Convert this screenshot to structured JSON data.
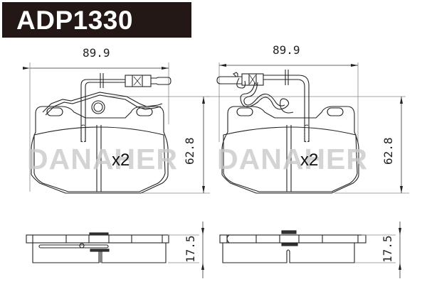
{
  "header": {
    "part_number": "ADP1330"
  },
  "views": {
    "left_front": {
      "width_dim": "89.9",
      "height_dim": "62.8",
      "quantity": "x2",
      "watermark": "DANAHER",
      "features": [
        "wear-sensor-wire",
        "connector",
        "anti-rattle-spring"
      ]
    },
    "right_front": {
      "width_dim": "89.9",
      "height_dim": "62.8",
      "quantity": "x2",
      "watermark": "DANAHER",
      "features": [
        "wear-sensor-wire-coiled",
        "connector"
      ]
    },
    "left_side": {
      "thickness_dim": "17.5"
    },
    "right_side": {
      "thickness_dim": "17.5"
    }
  },
  "colors": {
    "title_bg": "#231815",
    "title_fg": "#ffffff",
    "line": "#222222",
    "watermark": "#c9c9c9"
  }
}
